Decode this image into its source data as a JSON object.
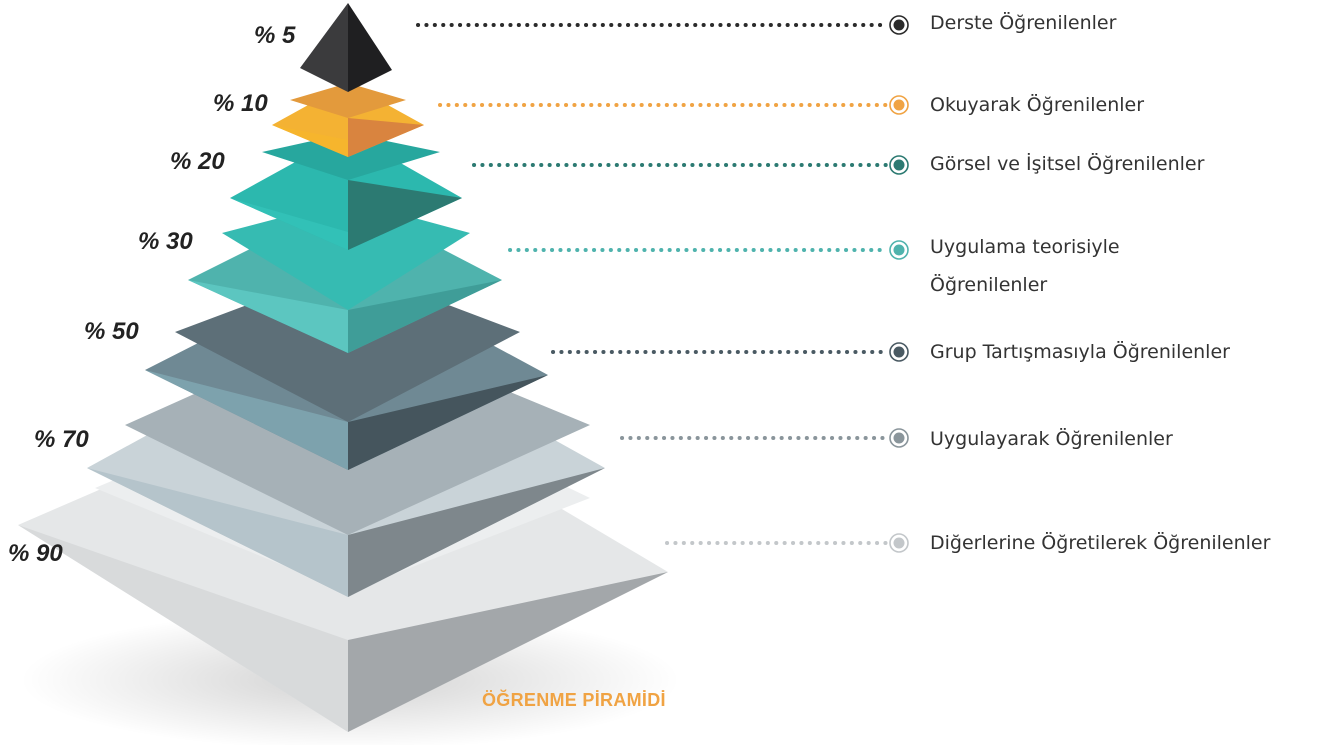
{
  "diagram": {
    "title": "ÖĞRENME PİRAMİDİ",
    "levels": [
      {
        "percent": "% 5",
        "label": "Derste Öğrenilenler",
        "color": "#2b2b2b"
      },
      {
        "percent": "% 10",
        "label": "Okuyarak Öğrenilenler",
        "color": "#f0a343"
      },
      {
        "percent": "% 20",
        "label": "Görsel ve İşitsel Öğrenilenler",
        "color": "#2c7a72"
      },
      {
        "percent": "% 30",
        "label": "Uygulama teorisiyle",
        "label2": "Öğrenilenler",
        "color": "#4fb3ad"
      },
      {
        "percent": "% 50",
        "label": "Grup Tartışmasıyla Öğrenilenler",
        "color": "#4a5a63"
      },
      {
        "percent": "% 70",
        "label": "Uygulayarak Öğrenilenler",
        "color": "#8a959b"
      },
      {
        "percent": "% 90",
        "label": "Diğerlerine Öğretilerek Öğrenilenler",
        "color": "#c3c7ca"
      }
    ]
  }
}
